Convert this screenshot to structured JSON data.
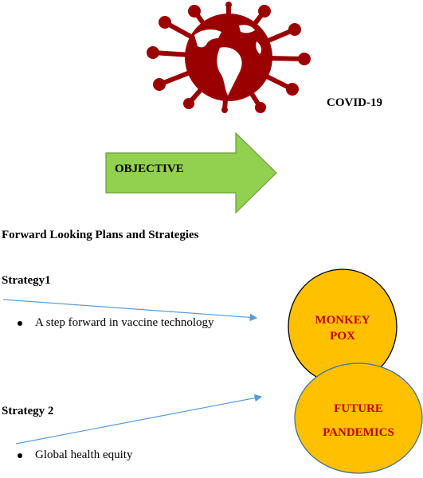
{
  "virus_icon": {
    "name": "coronavirus-globe-icon",
    "color": "#9b0000"
  },
  "covid_label": "COVID-19",
  "objective_arrow": {
    "label": "OBJECTIVE",
    "color": "#92d050"
  },
  "plans_heading": "Forward Looking Plans and Strategies",
  "strategies": [
    {
      "heading": "Strategy1",
      "bullet": "A step forward in vaccine technology"
    },
    {
      "heading": "Strategy 2",
      "bullet": "Global health equity"
    }
  ],
  "circles": [
    {
      "line1": "MONKEY",
      "line2": "POX"
    },
    {
      "line1": "FUTURE",
      "line2": "PANDEMICS"
    }
  ],
  "colors": {
    "circle_fill": "#ffc000",
    "circle_text": "#c00000",
    "connector": "#5b9bd5"
  }
}
